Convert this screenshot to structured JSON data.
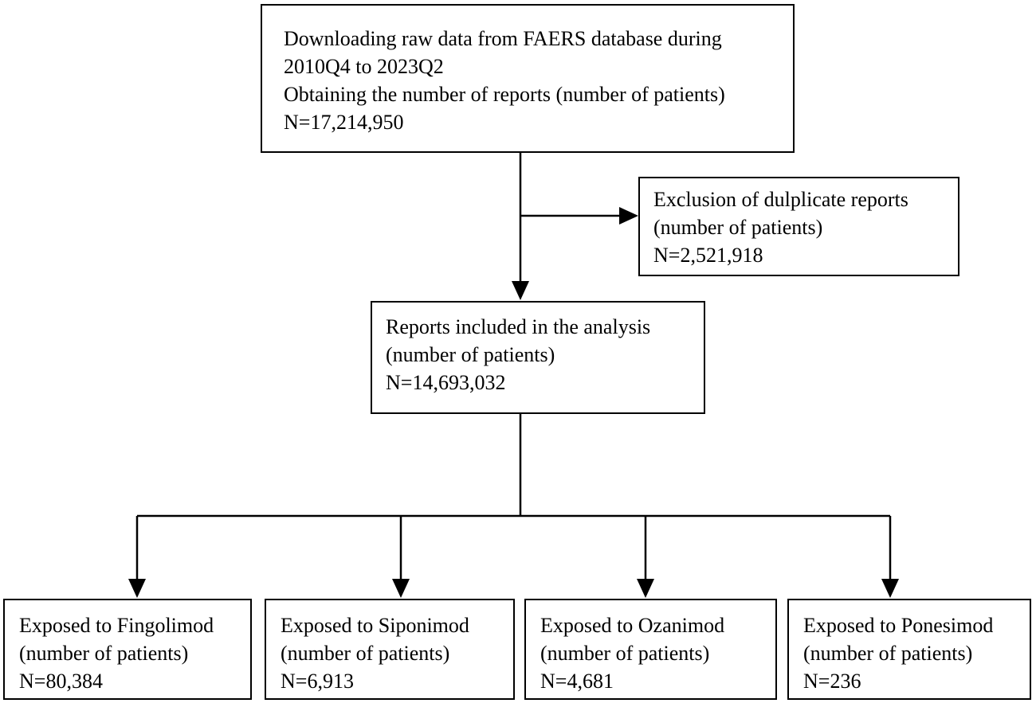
{
  "figure": {
    "type": "flowchart",
    "background_color": "#ffffff",
    "line_color": "#000000",
    "boxes": {
      "download": {
        "lines": [
          "Downloading raw data from FAERS database during",
          "2010Q4 to 2023Q2",
          "Obtaining the number of reports (number of patients)",
          "N=17,214,950"
        ]
      },
      "exclusion": {
        "lines": [
          "Exclusion of dulplicate reports",
          "(number of patients)",
          "N=2,521,918"
        ]
      },
      "included": {
        "lines": [
          "Reports included in the analysis",
          "(number of patients)",
          "N=14,693,032"
        ]
      },
      "fingolimod": {
        "lines": [
          "Exposed to Fingolimod",
          "(number of patients)",
          "N=80,384"
        ]
      },
      "siponimod": {
        "lines": [
          "Exposed to Siponimod",
          "(number of patients)",
          "N=6,913"
        ]
      },
      "ozanimod": {
        "lines": [
          "Exposed to Ozanimod",
          "(number of patients)",
          "N=4,681"
        ]
      },
      "ponesimod": {
        "lines": [
          "Exposed to Ponesimod",
          "(number of patients)",
          "N=236"
        ]
      }
    }
  }
}
